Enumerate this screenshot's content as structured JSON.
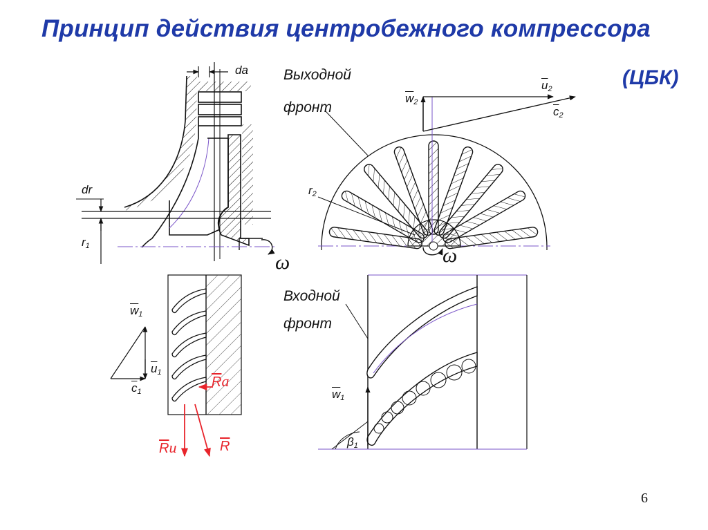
{
  "slide": {
    "title": "Принцип действия центробежного компрессора",
    "subtitle": "(ЦБК)",
    "page_number": "6"
  },
  "labels": {
    "da": "da",
    "dr": "dr",
    "r1_base": "r",
    "r1_sub": "1",
    "omega_left": "ω",
    "omega_right": "ω",
    "exit_front_line1": "Выходной",
    "exit_front_line2": "фронт",
    "r2_base": "r",
    "r2_sub": "2",
    "u2_base": "u",
    "u2_sub": "2",
    "w2_base": "w",
    "w2_sub": "2",
    "c2_base": "c",
    "c2_sub": "2",
    "inlet_front_line1": "Входной",
    "inlet_front_line2": "фронт",
    "w1_left_base": "w",
    "w1_left_sub": "1",
    "u1_base": "u",
    "u1_sub": "1",
    "c1_base": "c",
    "c1_sub": "1",
    "Ra_base": "R",
    "Ra_sub": "a",
    "Ru_base": "R",
    "Ru_sub": "u",
    "R": "R",
    "w1_right_base": "w",
    "w1_right_sub": "1",
    "beta1_base": "β",
    "beta1_sub": "1"
  },
  "colors": {
    "title": "#1f3aa8",
    "force_vectors": "#e8242b",
    "centerlines": "#7a55c8",
    "lines": "#111111"
  }
}
